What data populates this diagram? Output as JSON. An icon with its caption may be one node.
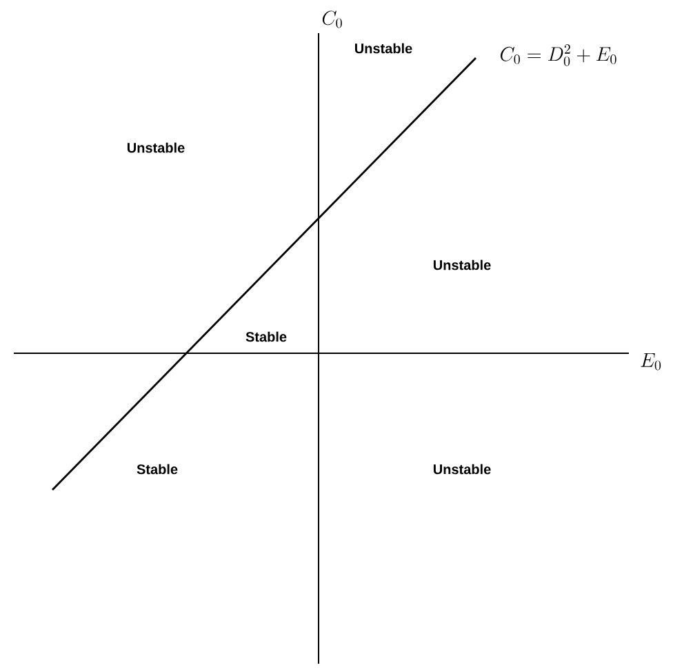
{
  "diagram": {
    "labels": [
      "C_0",
      "Unstable",
      "C_0=D_0^2+E_0",
      "Unstable",
      "Unstable",
      "Stable",
      "E_0",
      "Stable",
      "Unstable"
    ]
  }
}
